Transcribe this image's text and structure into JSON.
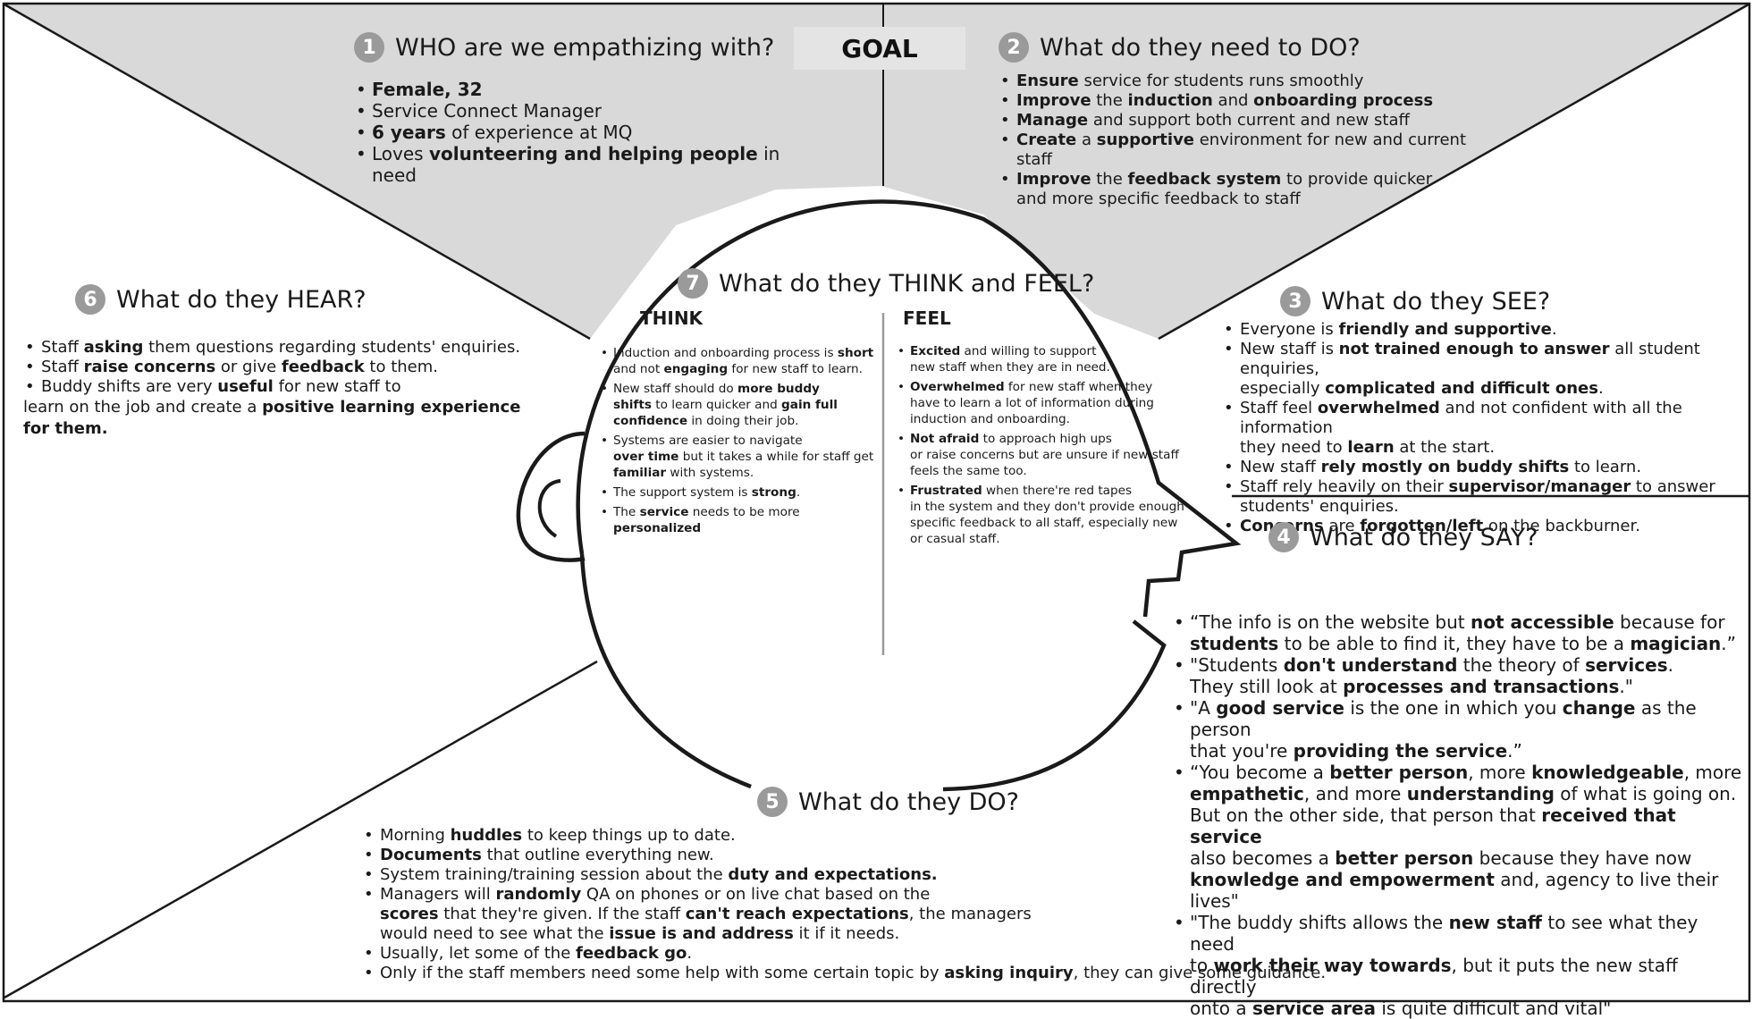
{
  "goal_label": "GOAL",
  "who": {
    "number": "1",
    "title": "WHO are we empathizing with?",
    "items": [
      {
        "segments": [
          {
            "t": "Female, 32",
            "b": true
          }
        ]
      },
      {
        "segments": [
          {
            "t": "Service Connect Manager",
            "b": false
          }
        ]
      },
      {
        "segments": [
          {
            "t": "6 years",
            "b": true
          },
          {
            "t": " of experience at MQ",
            "b": false
          }
        ]
      },
      {
        "segments": [
          {
            "t": "Loves ",
            "b": false
          },
          {
            "t": "volunteering and helping people",
            "b": true
          },
          {
            "t": " in need",
            "b": false
          }
        ]
      }
    ]
  },
  "do_need": {
    "number": "2",
    "title": "What do they need to DO?",
    "items": [
      {
        "segments": [
          {
            "t": "Ensure",
            "b": true
          },
          {
            "t": " service for students runs smoothly",
            "b": false
          }
        ]
      },
      {
        "segments": [
          {
            "t": "Improve",
            "b": true
          },
          {
            "t": " the ",
            "b": false
          },
          {
            "t": "induction",
            "b": true
          },
          {
            "t": " and ",
            "b": false
          },
          {
            "t": "onboarding process",
            "b": true
          }
        ]
      },
      {
        "segments": [
          {
            "t": "Manage",
            "b": true
          },
          {
            "t": " and support both current and new staff",
            "b": false
          }
        ]
      },
      {
        "segments": [
          {
            "t": "Create",
            "b": true
          },
          {
            "t": " a ",
            "b": false
          },
          {
            "t": "supportive",
            "b": true
          },
          {
            "t": " environment for new and current staff",
            "b": false
          }
        ]
      },
      {
        "segments": [
          {
            "t": "Improve",
            "b": true
          },
          {
            "t": " the ",
            "b": false
          },
          {
            "t": "feedback system",
            "b": true
          },
          {
            "t": " to provide quicker\nand more specific feedback to staff",
            "b": false
          }
        ]
      }
    ]
  },
  "see": {
    "number": "3",
    "title": "What do they SEE?",
    "items": [
      {
        "segments": [
          {
            "t": "Everyone is ",
            "b": false
          },
          {
            "t": "friendly and supportive",
            "b": true
          },
          {
            "t": ".",
            "b": false
          }
        ]
      },
      {
        "segments": [
          {
            "t": "New staff is ",
            "b": false
          },
          {
            "t": "not trained enough to answer",
            "b": true
          },
          {
            "t": " all student enquiries,\n",
            "b": false
          },
          {
            "t": "especially ",
            "b": false
          },
          {
            "t": "complicated and difficult ones",
            "b": true
          },
          {
            "t": ".",
            "b": false
          }
        ]
      },
      {
        "segments": [
          {
            "t": "Staff feel ",
            "b": false
          },
          {
            "t": "overwhelmed",
            "b": true
          },
          {
            "t": " and not confident with all the information\nthey need to ",
            "b": false
          },
          {
            "t": "learn",
            "b": true
          },
          {
            "t": " at the start.",
            "b": false
          }
        ]
      },
      {
        "segments": [
          {
            "t": "New staff ",
            "b": false
          },
          {
            "t": "rely mostly on buddy shifts",
            "b": true
          },
          {
            "t": " to learn.",
            "b": false
          }
        ]
      },
      {
        "segments": [
          {
            "t": "Staff rely heavily on their ",
            "b": false
          },
          {
            "t": "supervisor/manager",
            "b": true
          },
          {
            "t": " to answer\nstudents' enquiries.",
            "b": false
          }
        ]
      },
      {
        "segments": [
          {
            "t": "Concerns",
            "b": true
          },
          {
            "t": " are ",
            "b": false
          },
          {
            "t": "forgotten/left",
            "b": true
          },
          {
            "t": " on the backburner.",
            "b": false
          }
        ]
      }
    ]
  },
  "say": {
    "number": "4",
    "title": "What do they SAY?",
    "items": [
      {
        "segments": [
          {
            "t": "“The info is on the website but ",
            "b": false
          },
          {
            "t": "not accessible",
            "b": true
          },
          {
            "t": " because for\n",
            "b": false
          },
          {
            "t": "students",
            "b": true
          },
          {
            "t": " to be able to find it, they have to be a ",
            "b": false
          },
          {
            "t": "magician",
            "b": true
          },
          {
            "t": ".”",
            "b": false
          }
        ]
      },
      {
        "segments": [
          {
            "t": "\"Students ",
            "b": false
          },
          {
            "t": "don't understand",
            "b": true
          },
          {
            "t": " the theory of ",
            "b": false
          },
          {
            "t": "services",
            "b": true
          },
          {
            "t": ".\nThey still look at ",
            "b": false
          },
          {
            "t": "processes and transactions",
            "b": true
          },
          {
            "t": ".\"",
            "b": false
          }
        ]
      },
      {
        "segments": [
          {
            "t": "\"A ",
            "b": false
          },
          {
            "t": "good service",
            "b": true
          },
          {
            "t": " is the one in which you ",
            "b": false
          },
          {
            "t": "change",
            "b": true
          },
          {
            "t": " as the person\nthat you're ",
            "b": false
          },
          {
            "t": "providing the service",
            "b": true
          },
          {
            "t": ".”",
            "b": false
          }
        ]
      },
      {
        "segments": [
          {
            "t": "“You become a ",
            "b": false
          },
          {
            "t": "better person",
            "b": true
          },
          {
            "t": ", more ",
            "b": false
          },
          {
            "t": "knowledgeable",
            "b": true
          },
          {
            "t": ", more\n",
            "b": false
          },
          {
            "t": "empathetic",
            "b": true
          },
          {
            "t": ", and more ",
            "b": false
          },
          {
            "t": "understanding",
            "b": true
          },
          {
            "t": " of what is going on.\nBut on the other side, that person that ",
            "b": false
          },
          {
            "t": "received that service",
            "b": true
          },
          {
            "t": "\nalso becomes a ",
            "b": false
          },
          {
            "t": "better person",
            "b": true
          },
          {
            "t": " because they have now\n",
            "b": false
          },
          {
            "t": "knowledge and empowerment",
            "b": true
          },
          {
            "t": " and, agency to live their lives\"",
            "b": false
          }
        ]
      },
      {
        "segments": [
          {
            "t": "\"The buddy shifts allows the ",
            "b": false
          },
          {
            "t": "new staff",
            "b": true
          },
          {
            "t": " to see what they need\nto ",
            "b": false
          },
          {
            "t": "work their way towards",
            "b": true
          },
          {
            "t": ", but it puts the new staff directly\nonto a ",
            "b": false
          },
          {
            "t": "service area",
            "b": true
          },
          {
            "t": " is quite difficult and vital\"",
            "b": false
          }
        ]
      }
    ]
  },
  "do": {
    "number": "5",
    "title": "What do they DO?",
    "items": [
      {
        "segments": [
          {
            "t": "Morning ",
            "b": false
          },
          {
            "t": "huddles",
            "b": true
          },
          {
            "t": " to keep things up to date.",
            "b": false
          }
        ]
      },
      {
        "segments": [
          {
            "t": "Documents",
            "b": true
          },
          {
            "t": " that outline everything new.",
            "b": false
          }
        ]
      },
      {
        "segments": [
          {
            "t": "System training/training session about the ",
            "b": false
          },
          {
            "t": "duty and expectations.",
            "b": true
          }
        ]
      },
      {
        "segments": [
          {
            "t": "Managers will ",
            "b": false
          },
          {
            "t": "randomly",
            "b": true
          },
          {
            "t": " QA on phones or on live chat based on the\n",
            "b": false
          },
          {
            "t": "scores",
            "b": true
          },
          {
            "t": " that they're given. If the staff ",
            "b": false
          },
          {
            "t": "can't reach expectations",
            "b": true
          },
          {
            "t": ", the managers\nwould need to see what the ",
            "b": false
          },
          {
            "t": "issue is and address",
            "b": true
          },
          {
            "t": " it if it needs.",
            "b": false
          }
        ]
      },
      {
        "segments": [
          {
            "t": "Usually, let some of the ",
            "b": false
          },
          {
            "t": "feedback go",
            "b": true
          },
          {
            "t": ".",
            "b": false
          }
        ]
      },
      {
        "segments": [
          {
            "t": "Only if the staff members need some help with some certain topic by ",
            "b": false
          },
          {
            "t": "asking inquiry",
            "b": true
          },
          {
            "t": ", they can give some guidance.",
            "b": false
          }
        ]
      }
    ]
  },
  "hear": {
    "number": "6",
    "title": "What do they HEAR?",
    "items": [
      {
        "segments": [
          {
            "t": "Staff ",
            "b": false
          },
          {
            "t": "asking",
            "b": true
          },
          {
            "t": " them questions regarding students' enquiries.",
            "b": false
          }
        ]
      },
      {
        "segments": [
          {
            "t": "Staff ",
            "b": false
          },
          {
            "t": "raise concerns",
            "b": true
          },
          {
            "t": " or give ",
            "b": false
          },
          {
            "t": "feedback",
            "b": true
          },
          {
            "t": " to them.",
            "b": false
          }
        ]
      },
      {
        "segments": [
          {
            "t": "Buddy shifts are very ",
            "b": false
          },
          {
            "t": "useful",
            "b": true
          },
          {
            "t": " for new staff to",
            "b": false
          }
        ]
      }
    ],
    "continuation": [
      {
        "t": "learn on the job and create a ",
        "b": false
      },
      {
        "t": "positive learning experience\nfor them.",
        "b": true
      }
    ]
  },
  "think_feel": {
    "number": "7",
    "title": "What do they THINK and FEEL?",
    "think_label": "THINK",
    "feel_label": "FEEL",
    "think_items": [
      {
        "segments": [
          {
            "t": "Induction and onboarding process is ",
            "b": false
          },
          {
            "t": "short",
            "b": true
          },
          {
            "t": "\nand not ",
            "b": false
          },
          {
            "t": "engaging",
            "b": true
          },
          {
            "t": " for new staff to learn.",
            "b": false
          }
        ]
      },
      {
        "segments": [
          {
            "t": "New staff should do ",
            "b": false
          },
          {
            "t": "more buddy\nshifts",
            "b": true
          },
          {
            "t": " to learn quicker and ",
            "b": false
          },
          {
            "t": "gain full\nconfidence",
            "b": true
          },
          {
            "t": " in doing their job.",
            "b": false
          }
        ]
      },
      {
        "segments": [
          {
            "t": "Systems are easier to navigate\n",
            "b": false
          },
          {
            "t": "over time",
            "b": true
          },
          {
            "t": " but it takes a while for staff get\n",
            "b": false
          },
          {
            "t": "familiar",
            "b": true
          },
          {
            "t": " with systems.",
            "b": false
          }
        ]
      },
      {
        "segments": [
          {
            "t": "The support system is ",
            "b": false
          },
          {
            "t": "strong",
            "b": true
          },
          {
            "t": ".",
            "b": false
          }
        ]
      },
      {
        "segments": [
          {
            "t": "The ",
            "b": false
          },
          {
            "t": "service",
            "b": true
          },
          {
            "t": " needs to be more\n",
            "b": false
          },
          {
            "t": "personalized",
            "b": true
          }
        ]
      }
    ],
    "feel_items": [
      {
        "segments": [
          {
            "t": "Excited",
            "b": true
          },
          {
            "t": " and willing to support\nnew staff when they are in need.",
            "b": false
          }
        ]
      },
      {
        "segments": [
          {
            "t": "Overwhelmed",
            "b": true
          },
          {
            "t": " for new staff when they\nhave to learn a lot of information during\ninduction and onboarding.",
            "b": false
          }
        ]
      },
      {
        "segments": [
          {
            "t": "Not afraid",
            "b": true
          },
          {
            "t": " to approach high ups\nor raise concerns but are unsure if new staff\nfeels the same too.",
            "b": false
          }
        ]
      },
      {
        "segments": [
          {
            "t": "Frustrated",
            "b": true
          },
          {
            "t": " when there're red tapes\nin the system and they don't provide enough\nspecific feedback to all staff, especially new\nor casual staff.",
            "b": false
          }
        ]
      }
    ]
  },
  "colors": {
    "top_fill": "#d9d9d9",
    "number_badge": "#9a9a9a",
    "goal_box": "#e4e4e4",
    "line": "#1a1a1a"
  }
}
